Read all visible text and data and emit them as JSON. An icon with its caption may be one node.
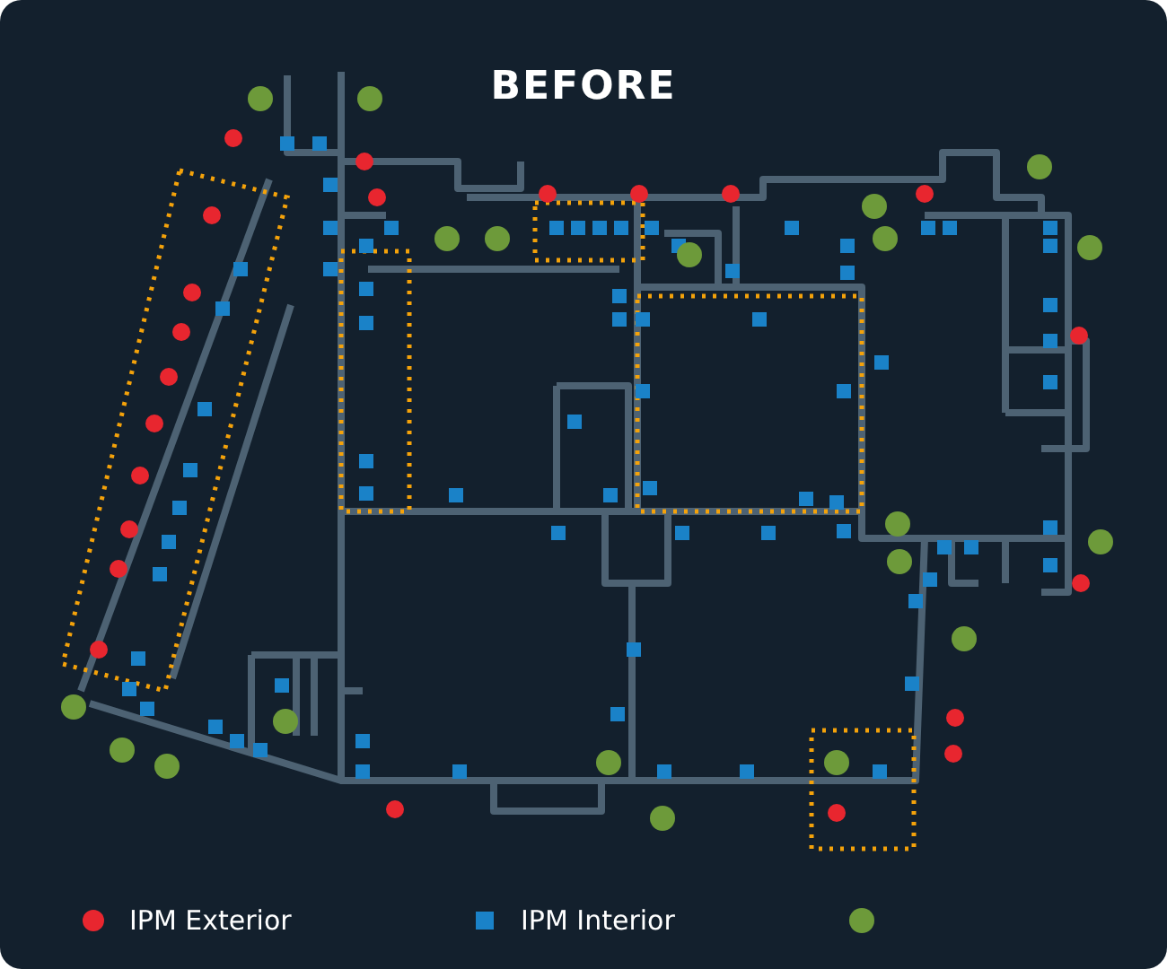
{
  "diagram": {
    "title": "BEFORE",
    "legend": [
      {
        "text": "IPM Exterior",
        "color": "#e8262f"
      },
      {
        "text": "IPM Interior",
        "color": "#1a82c8"
      }
    ]
  }
}
